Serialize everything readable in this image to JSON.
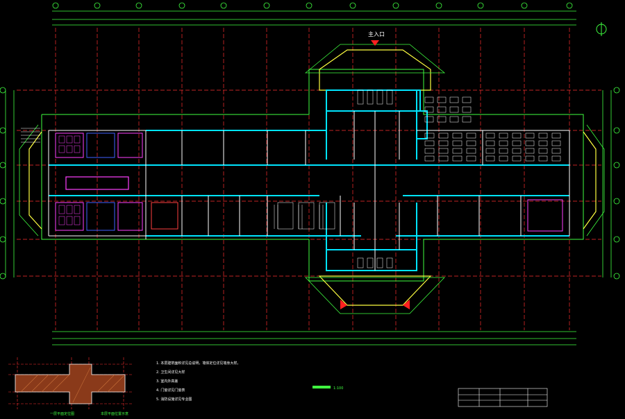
{
  "drawing": {
    "entrance_label": "主入口",
    "north_symbol": "north-arrow-icon",
    "colors": {
      "background": "#000000",
      "axis_grid": "#ff3030",
      "dimension": "#40ff40",
      "wall_cyan": "#00e5ff",
      "wall_white": "#ffffff",
      "yellow": "#ffff40",
      "magenta": "#ff40ff",
      "blue": "#4060ff",
      "accent_red": "#ff2020"
    }
  },
  "key_plan": {
    "caption_left": "一层平面定位图",
    "caption_right": "本层平面位置示意"
  },
  "notes": {
    "line1": "1. 本层建筑面积详见总说明，墙体定位详见墙身大样。",
    "line2": "2. 卫生间详见大样",
    "line3": "3. 室内外高差",
    "line4": "4. 门窗详见门窗表",
    "line5": "5. 消防设施详见专业图"
  },
  "scale_label": "1:100",
  "title_block_rows": 3
}
